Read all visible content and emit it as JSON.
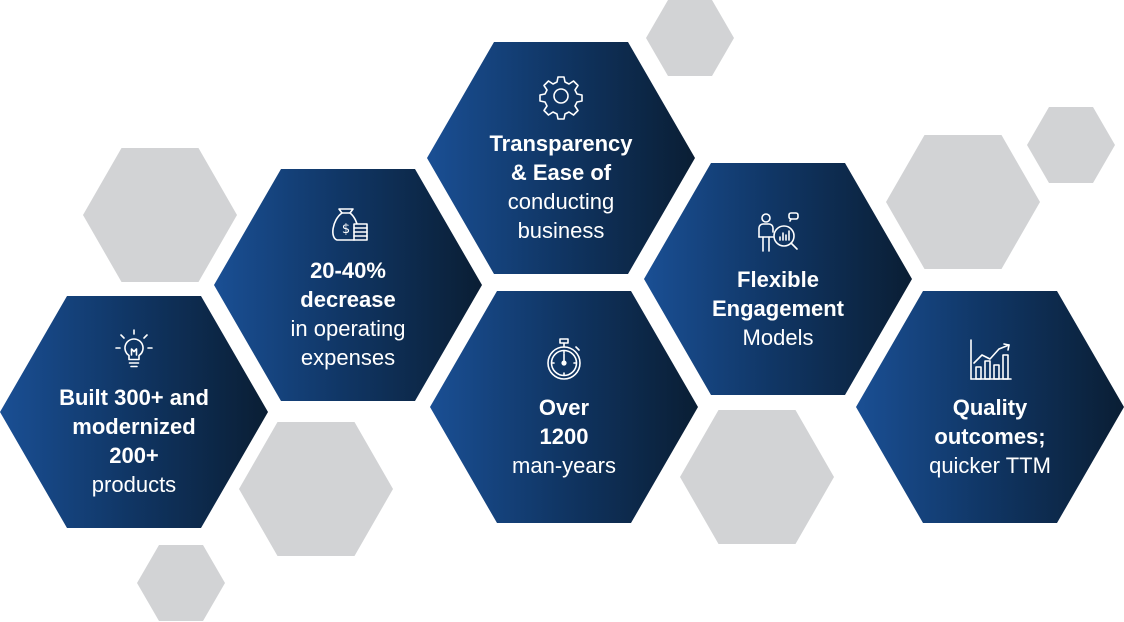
{
  "hexagons": [
    {
      "id": "built",
      "icon": "lightbulb-icon",
      "bold_lines": [
        "Built 300+ and",
        "modernized",
        "200+"
      ],
      "light_lines": [
        "products"
      ]
    },
    {
      "id": "decrease",
      "icon": "money-bag-icon",
      "bold_lines": [
        "20-40%",
        "decrease"
      ],
      "light_lines": [
        "in operating",
        "expenses"
      ]
    },
    {
      "id": "transparency",
      "icon": "gear-icon",
      "bold_lines": [
        "Transparency",
        "& Ease of"
      ],
      "light_lines": [
        "conducting",
        "business"
      ]
    },
    {
      "id": "man-years",
      "icon": "stopwatch-icon",
      "bold_lines": [
        "Over",
        "1200"
      ],
      "light_lines": [
        "man-years"
      ]
    },
    {
      "id": "flexible",
      "icon": "analyst-icon",
      "bold_lines": [
        "Flexible",
        "Engagement"
      ],
      "light_lines": [
        "Models"
      ]
    },
    {
      "id": "quality",
      "icon": "growth-chart-icon",
      "bold_lines": [
        "Quality",
        "outcomes;"
      ],
      "light_lines": [
        "quicker TTM"
      ]
    }
  ],
  "colors": {
    "hex_gradient_start": "#1a4f94",
    "hex_gradient_end": "#0a1e34",
    "gray_hex": "#d2d3d5",
    "text": "#ffffff"
  }
}
